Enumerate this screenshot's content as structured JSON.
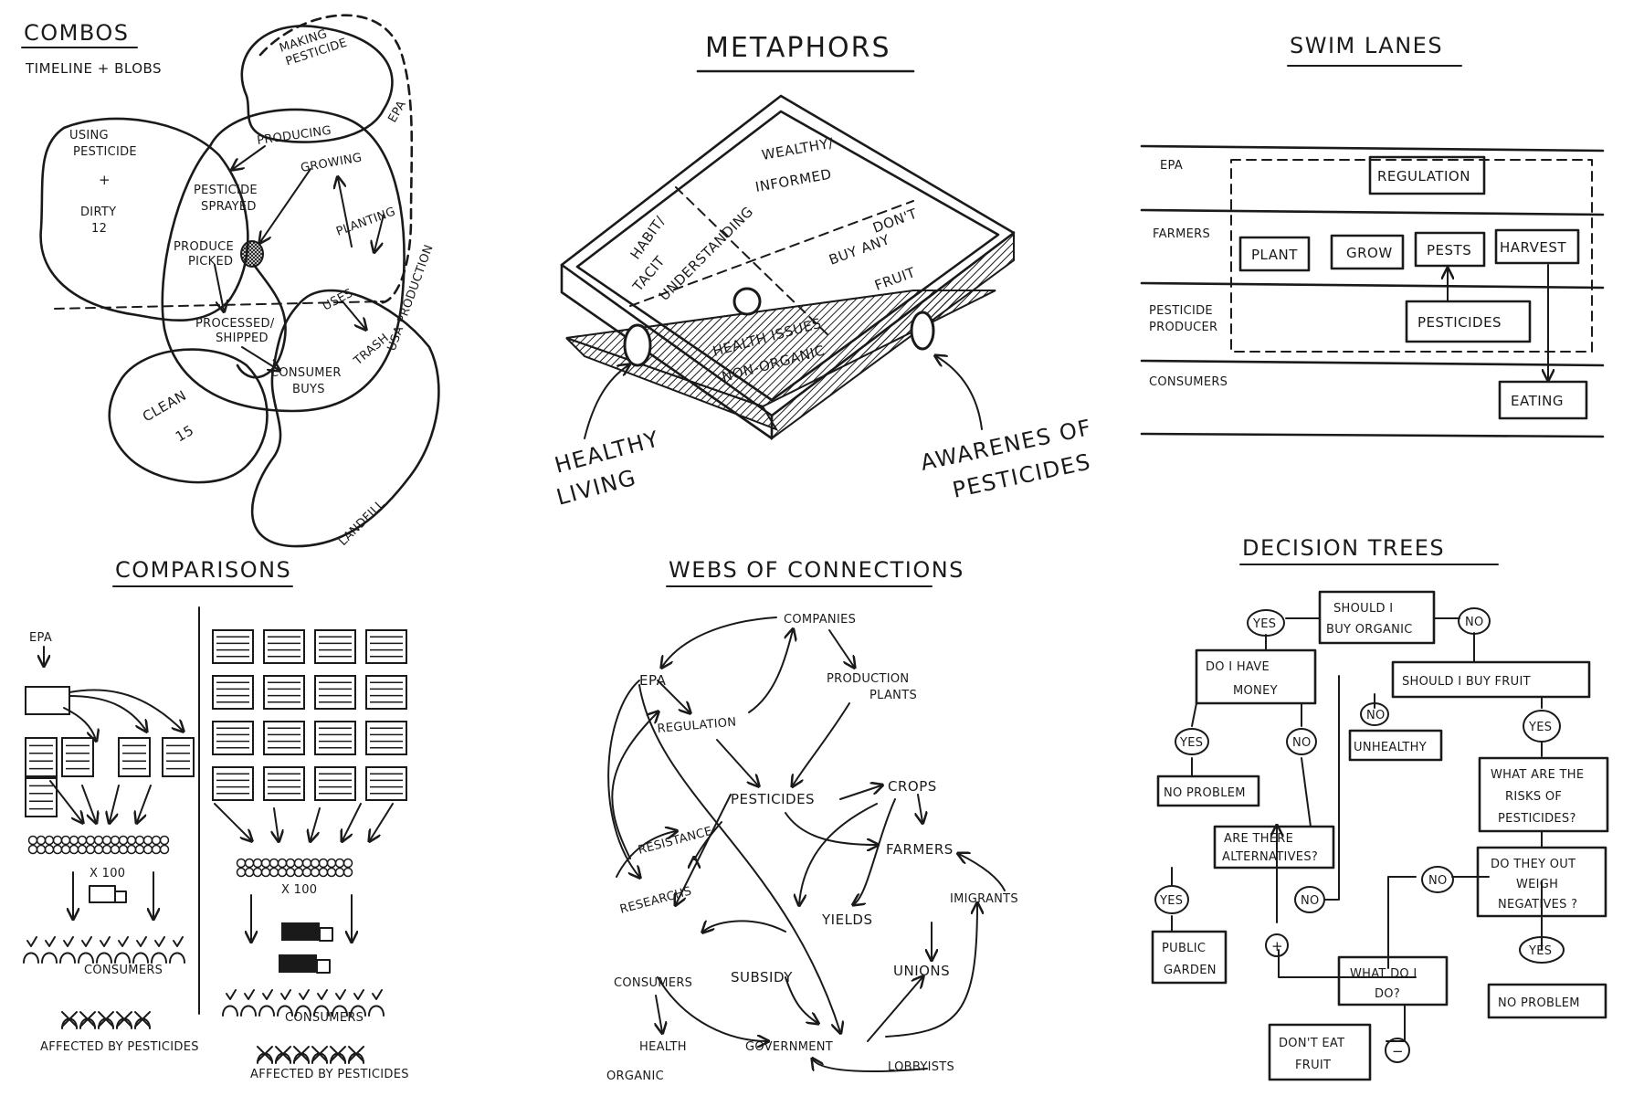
{
  "combos": {
    "title": "COMBOS",
    "subtitle": "TIMELINE + BLOBS",
    "labels": {
      "making_pesticide_1": "MAKING",
      "making_pesticide_2": "PESTICIDE",
      "epa": "EPA",
      "using_pesticide_1": "USING",
      "using_pesticide_2": "PESTICIDE",
      "plus": "+",
      "dirty_1": "DIRTY",
      "dirty_2": "12",
      "producing": "PRODUCING",
      "growing": "GROWING",
      "pesticide_sprayed_1": "PESTICIDE",
      "pesticide_sprayed_2": "SPRAYED",
      "planting": "PLANTING",
      "produce_picked_1": "PRODUCE",
      "produce_picked_2": "PICKED",
      "usa_production": "USA PRODUCTION",
      "processed_1": "PROCESSED/",
      "processed_2": "SHIPPED",
      "uses": "USES",
      "consumer_1": "CONSUMER",
      "consumer_2": "BUYS",
      "trash": "TRASH",
      "clean_1": "CLEAN",
      "clean_2": "15",
      "landfill": "LANDFILL"
    }
  },
  "metaphors": {
    "title": "METAPHORS",
    "labels": {
      "wealthy": "WEALTHY/",
      "informed": "INFORMED",
      "habit_1": "HABIT/",
      "habit_2": "TACIT",
      "habit_3": "UNDERSTANDING",
      "dont_1": "DON'T",
      "dont_2": "BUY ANY",
      "dont_3": "FRUIT",
      "health_1": "HEALTH ISSUES",
      "health_2": "NON-ORGANIC",
      "healthy_1": "HEALTHY",
      "healthy_2": "LIVING",
      "aware_1": "AWARENES OF",
      "aware_2": "PESTICIDES"
    }
  },
  "swim_lanes": {
    "title": "SWIM LANES",
    "lanes": [
      "EPA",
      "FARMERS",
      "PESTICIDE",
      "PRODUCER",
      "CONSUMERS"
    ],
    "boxes": {
      "regulation": "REGULATION",
      "plant": "PLANT",
      "grow": "GROW",
      "pests": "PESTS",
      "harvest": "HARVEST",
      "pesticides": "PESTICIDES",
      "eating": "EATING"
    }
  },
  "comparisons": {
    "title": "COMPARISONS",
    "labels": {
      "epa": "EPA",
      "x100_left": "X 100",
      "x100_right": "X 100",
      "consumers_left": "CONSUMERS",
      "consumers_right": "CONSUMERS",
      "affected_left": "AFFECTED BY PESTICIDES",
      "affected_right": "AFFECTED BY PESTICIDES"
    }
  },
  "webs": {
    "title": "WEBS OF CONNECTIONS",
    "nodes": {
      "companies": "COMPANIES",
      "epa": "EPA",
      "production_1": "PRODUCTION",
      "production_2": "PLANTS",
      "regulation": "REGULATION",
      "pesticides": "PESTICIDES",
      "crops": "CROPS",
      "resistance": "RESISTANCE",
      "research": "RESEARCHS",
      "farmers": "FARMERS",
      "immigrants": "IMIGRANTS",
      "yields": "YIELDS",
      "consumers": "CONSUMERS",
      "subsidy": "SUBSIDY",
      "unions": "UNIONS",
      "health": "HEALTH",
      "organic": "ORGANIC",
      "government": "GOVERNMENT",
      "lobbyists": "LOBBYISTS"
    }
  },
  "decision_trees": {
    "title": "DECISION TREES",
    "nodes": {
      "should_organic_1": "SHOULD I",
      "should_organic_2": "BUY ORGANIC",
      "yes": "YES",
      "no": "NO",
      "have_money_1": "DO I HAVE",
      "have_money_2": "MONEY",
      "should_fruit": "SHOULD I BUY FRUIT",
      "unhealthy": "UNHEALTHY",
      "no_problem": "NO PROBLEM",
      "risks_1": "WHAT ARE THE",
      "risks_2": "RISKS OF",
      "risks_3": "PESTICIDES?",
      "alternatives_1": "ARE THERE",
      "alternatives_2": "ALTERNATIVES?",
      "public_1": "PUBLIC",
      "public_2": "GARDEN",
      "outweigh_1": "DO THEY OUT",
      "outweigh_2": "WEIGH",
      "outweigh_3": "NEGATIVES ?",
      "what_do_1": "WHAT DO I",
      "what_do_2": "DO?",
      "plus": "+",
      "minus": "−",
      "dont_eat_1": "DON'T EAT",
      "dont_eat_2": "FRUIT"
    }
  }
}
